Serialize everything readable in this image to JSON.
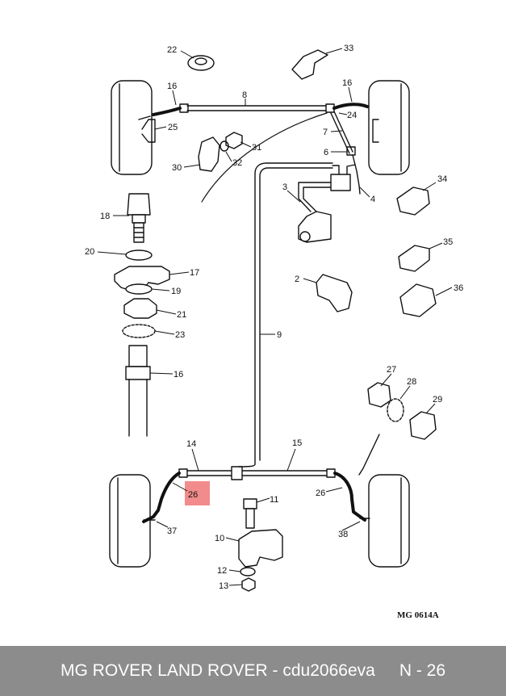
{
  "diagram": {
    "reference": "MG 0614A",
    "highlight_color": "#f28b8b",
    "callouts": [
      {
        "id": "c1",
        "text": "22"
      },
      {
        "id": "c2",
        "text": "33"
      },
      {
        "id": "c3",
        "text": "16"
      },
      {
        "id": "c4",
        "text": "8"
      },
      {
        "id": "c5",
        "text": "16"
      },
      {
        "id": "c6",
        "text": "25"
      },
      {
        "id": "c7",
        "text": "24"
      },
      {
        "id": "c8",
        "text": "7"
      },
      {
        "id": "c9",
        "text": "31"
      },
      {
        "id": "c10",
        "text": "32"
      },
      {
        "id": "c11",
        "text": "30"
      },
      {
        "id": "c12",
        "text": "6"
      },
      {
        "id": "c13",
        "text": "3"
      },
      {
        "id": "c14",
        "text": "4"
      },
      {
        "id": "c15",
        "text": "34"
      },
      {
        "id": "c16",
        "text": "18"
      },
      {
        "id": "c17",
        "text": "20"
      },
      {
        "id": "c18",
        "text": "17"
      },
      {
        "id": "c19",
        "text": "19"
      },
      {
        "id": "c20",
        "text": "35"
      },
      {
        "id": "c21",
        "text": "2"
      },
      {
        "id": "c22",
        "text": "36"
      },
      {
        "id": "c23",
        "text": "21"
      },
      {
        "id": "c24",
        "text": "23"
      },
      {
        "id": "c25",
        "text": "9"
      },
      {
        "id": "c26",
        "text": "16"
      },
      {
        "id": "c27",
        "text": "27"
      },
      {
        "id": "c28",
        "text": "28"
      },
      {
        "id": "c29",
        "text": "29"
      },
      {
        "id": "c30",
        "text": "14"
      },
      {
        "id": "c31",
        "text": "15"
      },
      {
        "id": "c32",
        "text": "26"
      },
      {
        "id": "c33",
        "text": "26"
      },
      {
        "id": "c34",
        "text": "11"
      },
      {
        "id": "c35",
        "text": "37"
      },
      {
        "id": "c36",
        "text": "38"
      },
      {
        "id": "c37",
        "text": "10"
      },
      {
        "id": "c38",
        "text": "12"
      },
      {
        "id": "c39",
        "text": "13"
      }
    ]
  },
  "footer": {
    "brand": "MG ROVER LAND ROVER - cdu2066eva",
    "page": "N - 26"
  }
}
